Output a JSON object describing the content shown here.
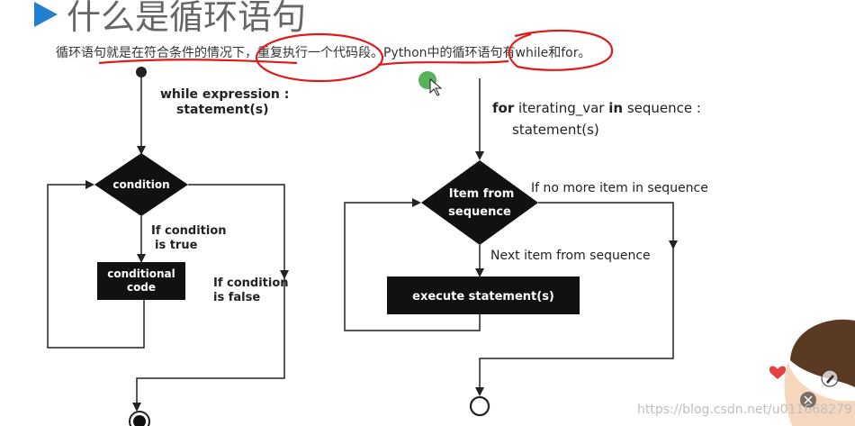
{
  "slide": {
    "title": "什么是循环语句",
    "subtitle": "循环语句就是在符合条件的情况下，重复执行一个代码段。Python中的循环语句有while和for。"
  },
  "while_diagram": {
    "syntax_line1": "while expression :",
    "syntax_line2": "statement(s)",
    "condition": "condition",
    "if_true_line1": "If condition",
    "if_true_line2": "is true",
    "code_line1": "conditional",
    "code_line2": "code",
    "if_false_line1": "If condition",
    "if_false_line2": "is false"
  },
  "for_diagram": {
    "syntax_kw1": "for",
    "syntax_mid": " iterating_var ",
    "syntax_kw2": "in",
    "syntax_end": " sequence :",
    "syntax_line2": "statement(s)",
    "decision_line1": "Item from",
    "decision_line2": "sequence",
    "no_more": "If no  more  item  in sequence",
    "next_item": "Next item  from  sequence",
    "execute": "execute statement(s)"
  },
  "watermark": "https://blog.csdn.net/u011668279",
  "colors": {
    "accent": "#1f7fd1",
    "annotation": "#e0191b",
    "box_fill": "#111111",
    "cursor_dot": "#3aa63a"
  },
  "icons": [
    "triangle-bullet-icon",
    "mouse-cursor-icon",
    "heart-icon",
    "pencil-icon",
    "close-icon"
  ]
}
